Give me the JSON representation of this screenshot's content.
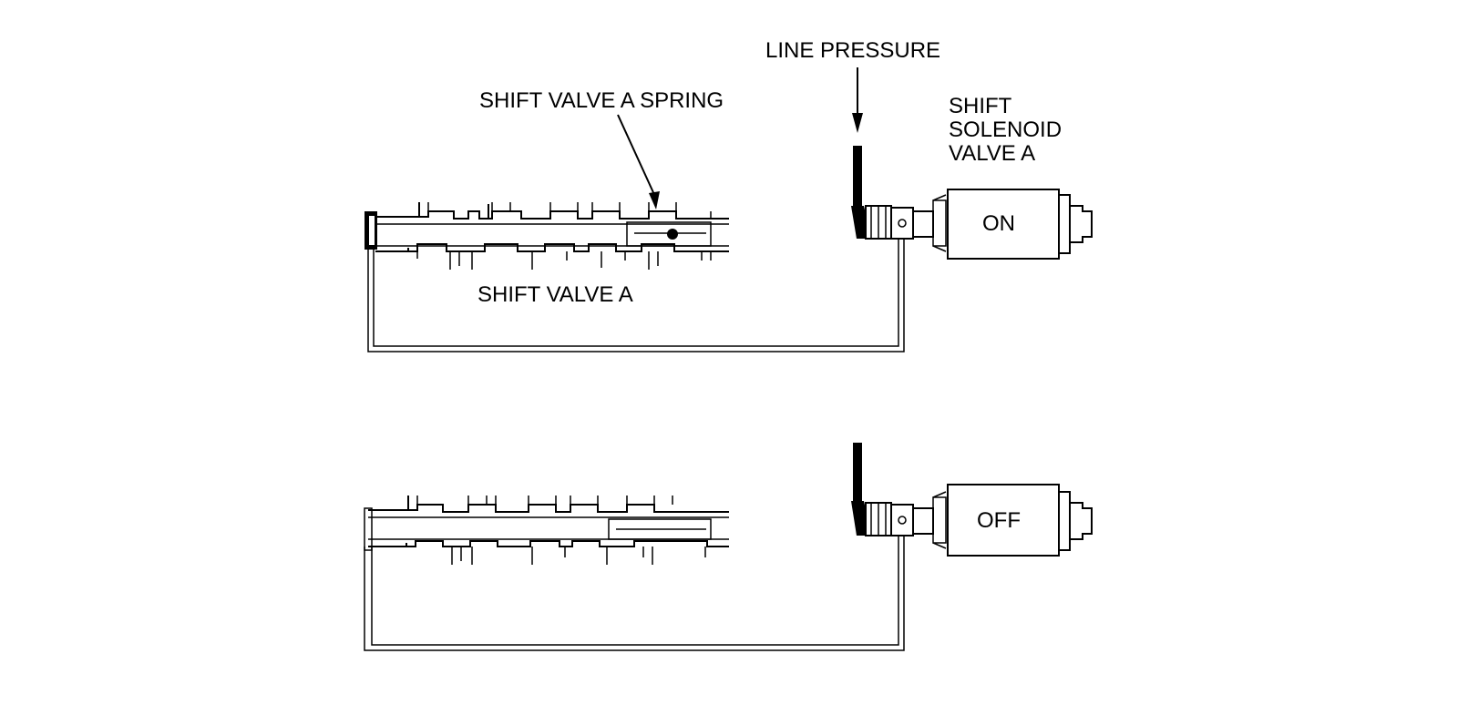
{
  "labels": {
    "line_pressure": "LINE PRESSURE",
    "spring": "SHIFT VALVE A SPRING",
    "solenoid_line1": "SHIFT",
    "solenoid_line2": "SOLENOID",
    "solenoid_line3": "VALVE A",
    "shift_valve": "SHIFT VALVE A"
  },
  "states": {
    "top": "ON",
    "bottom": "OFF"
  }
}
